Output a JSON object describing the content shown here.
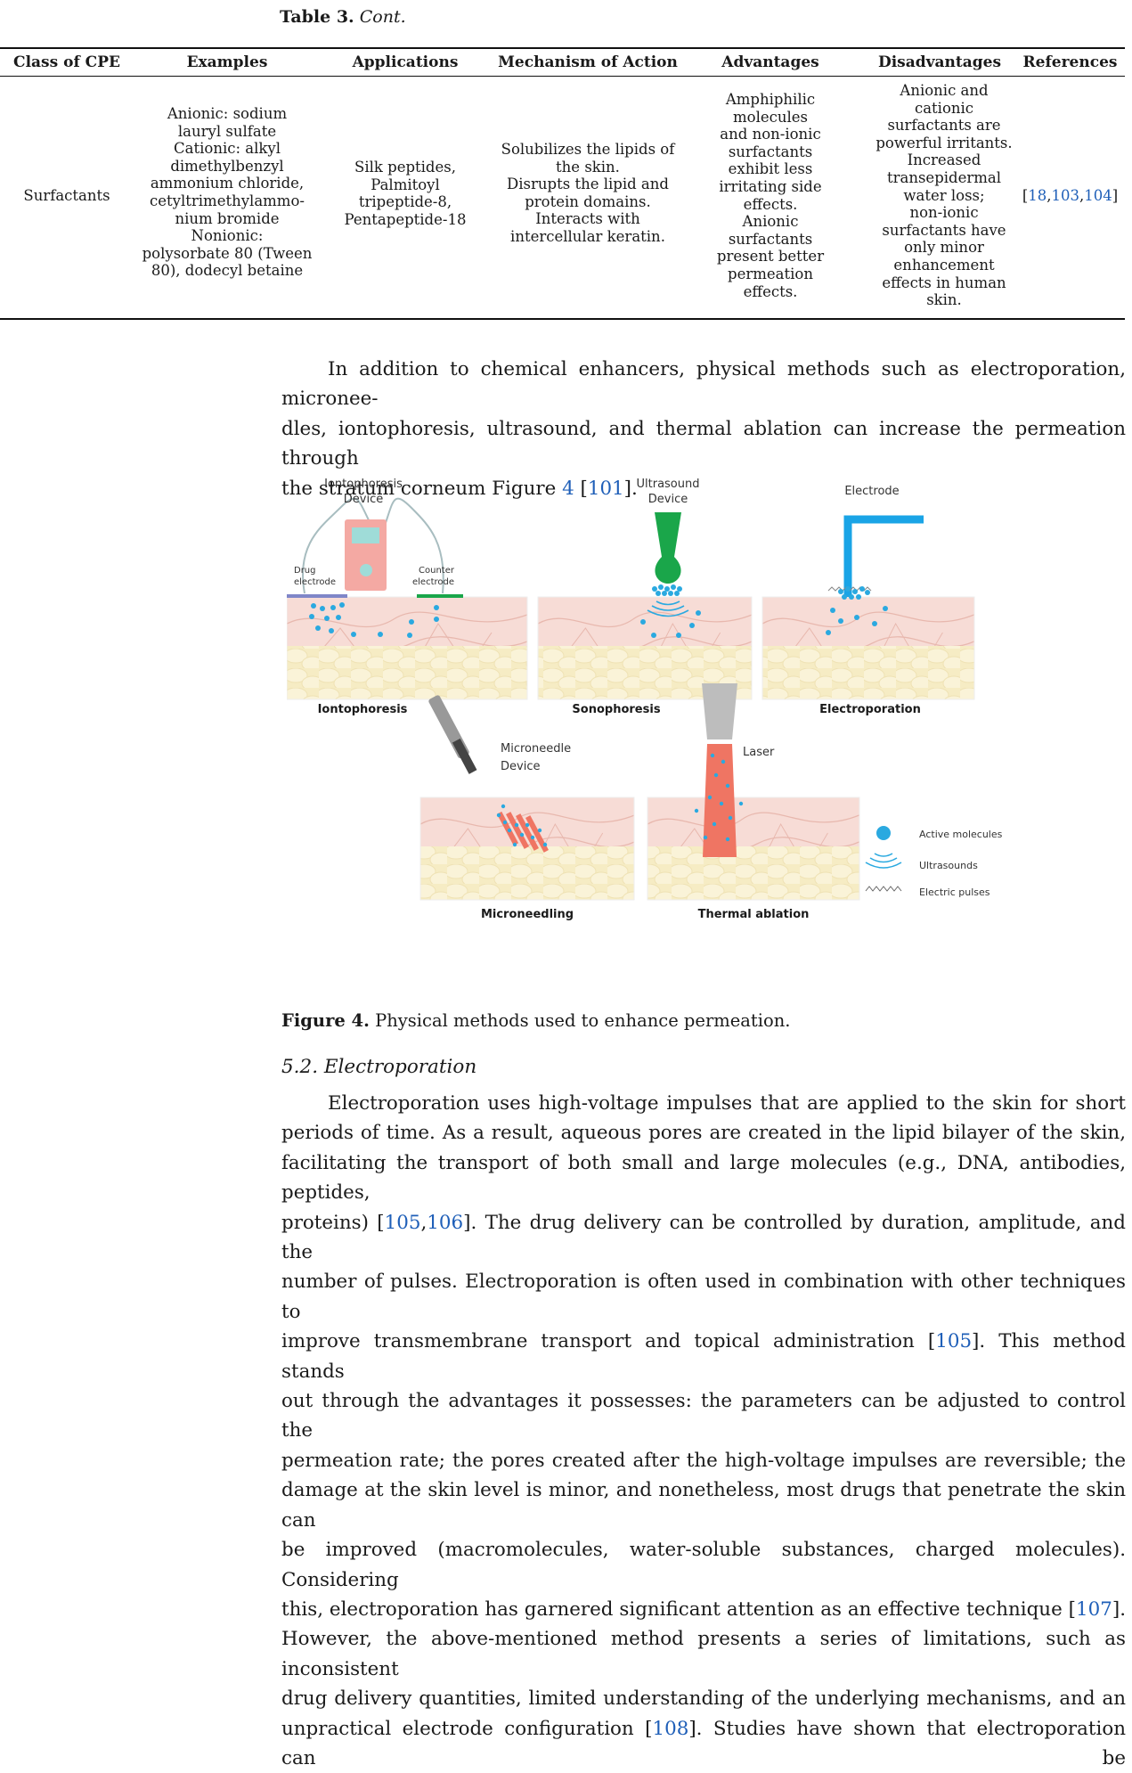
{
  "table": {
    "caption_label": "Table 3.",
    "caption_cont": "Cont.",
    "headers": [
      "Class of CPE",
      "Examples",
      "Applications",
      "Mechanism of Action",
      "Advantages",
      "Disadvantages",
      "References"
    ],
    "row": {
      "class": "Surfactants",
      "examples": "Anionic: sodium\nlauryl sulfate\nCationic: alkyl\ndimethylbenzyl\nammonium chloride,\ncetyltrimethylammo-\nnium bromide\nNonionic:\npolysorbate 80 (Tween\n80), dodecyl betaine",
      "applications": "Silk peptides,\nPalmitoyl\ntripeptide-8,\nPentapeptide-18",
      "mechanism": "Solubilizes the lipids of\nthe skin.\nDisrupts the lipid and\nprotein domains.\nInteracts with\nintercellular keratin.",
      "advantages": "Amphiphilic\nmolecules\nand non-ionic\nsurfactants\nexhibit less\nirritating side\neffects.\nAnionic\nsurfactants\npresent better\npermeation\neffects.",
      "disadvantages": "Anionic and\ncationic\nsurfactants are\npowerful irritants.\nIncreased\ntransepidermal\nwater loss;\nnon-ionic\nsurfactants have\nonly minor\nenhancement\neffects in human\nskin.",
      "references_open": "[",
      "ref1": "18",
      "sep1": ",",
      "ref2": "103",
      "sep2": ",",
      "ref3": "104",
      "references_close": "]"
    }
  },
  "intro_paragraph": {
    "line1": "In addition to chemical enhancers, physical methods such as electroporation, micronee-",
    "line2": "dles, iontophoresis, ultrasound, and thermal ablation can increase the permeation through",
    "line3_a": "the stratum corneum Figure ",
    "line3_fig": "4",
    "line3_b": " [",
    "line3_ref": "101",
    "line3_c": "]."
  },
  "figure": {
    "panels": {
      "iontophoresis_device_label_1": "Iontophoresis",
      "iontophoresis_device_label_2": "Device",
      "drug_electrode_1": "Drug",
      "drug_electrode_2": "electrode",
      "counter_electrode_1": "Counter",
      "counter_electrode_2": "electrode",
      "ultrasound_device_1": "Ultrasound",
      "ultrasound_device_2": "Device",
      "electrode_label": "Electrode",
      "microneedle_device_1": "Microneedle",
      "microneedle_device_2": "Device",
      "laser_label": "Laser",
      "panel_iontophoresis": "Iontophoresis",
      "panel_sonophoresis": "Sonophoresis",
      "panel_electroporation": "Electroporation",
      "panel_microneedling": "Microneedling",
      "panel_thermal_ablation": "Thermal ablation"
    },
    "legend": {
      "active_molecules": "Active molecules",
      "ultrasounds": "Ultrasounds",
      "electric_pulses": "Electric pulses"
    },
    "colors": {
      "molecule": "#2aa9e0",
      "skin": "#f7dcd6",
      "fat": "#f6ecc4",
      "device_pink": "#f4a9a3",
      "ultrasound_green": "#1aa64a",
      "electrode_blue": "#1aa4e6",
      "laser_gray": "#bdbdbd",
      "ablation_red": "#ef7563"
    },
    "caption_label": "Figure 4.",
    "caption_text": "Physical methods used to enhance permeation."
  },
  "section": {
    "heading": "5.2. Electroporation",
    "l1": "Electroporation uses high-voltage impulses that are applied to the skin for short",
    "l2": "periods of time. As a result, aqueous pores are created in the lipid bilayer of the skin,",
    "l3": "facilitating the transport of both small and large molecules (e.g., DNA, antibodies, peptides,",
    "l4_a": "proteins) [",
    "l4_r1": "105",
    "l4_s": ",",
    "l4_r2": "106",
    "l4_b": "]. The drug delivery can be controlled by duration, amplitude, and the",
    "l5": "number of pulses. Electroporation is often used in combination with other techniques to",
    "l6_a": "improve transmembrane transport and topical administration [",
    "l6_r": "105",
    "l6_b": "]. This method stands",
    "l7": "out through the advantages it possesses: the parameters can be adjusted to control the",
    "l8": "permeation rate; the pores created after the high-voltage impulses are reversible; the",
    "l9": "damage at the skin level is minor, and nonetheless, most drugs that penetrate the skin can",
    "l10": "be improved (macromolecules, water-soluble substances, charged molecules). Considering",
    "l11_a": "this, electroporation has garnered significant attention as an effective technique [",
    "l11_r": "107",
    "l11_b": "].",
    "l12": "However, the above-mentioned method presents a series of limitations, such as inconsistent",
    "l13": "drug delivery quantities, limited understanding of the underlying mechanisms, and an",
    "l14_a": "unpractical electrode configuration [",
    "l14_r": "108",
    "l14_b": "]. Studies have shown that electroporation can be"
  }
}
